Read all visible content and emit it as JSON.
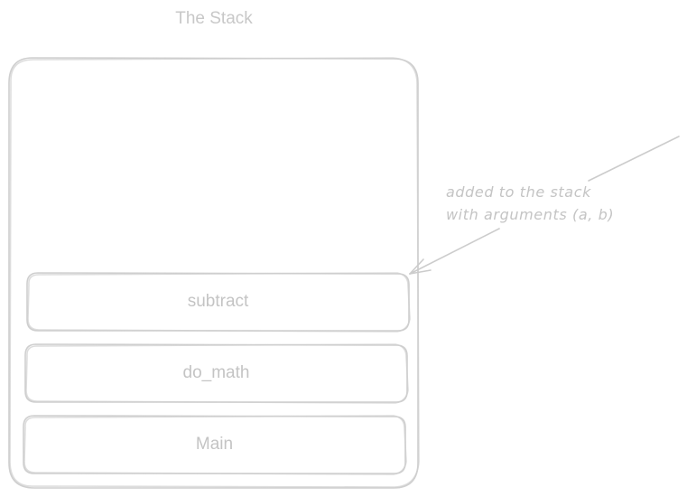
{
  "diagram": {
    "title": "The Stack",
    "frames": [
      {
        "label": "subtract"
      },
      {
        "label": "do_math"
      },
      {
        "label": "Main"
      }
    ],
    "annotation": {
      "line1": "added to the stack",
      "line2": "with arguments (a, b)"
    },
    "colors": {
      "stroke": "#cccccc",
      "text": "#c4c4c4"
    }
  }
}
